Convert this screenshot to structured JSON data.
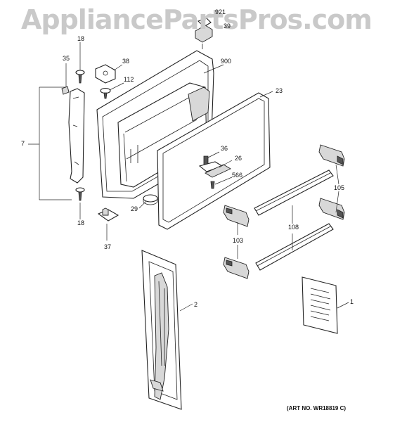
{
  "watermark": "AppliancePartsPros.com",
  "art_number": "(ART NO. WR18819 C)",
  "callouts": [
    {
      "id": "921",
      "text": "921"
    },
    {
      "id": "39",
      "text": "39"
    },
    {
      "id": "18a",
      "text": "18"
    },
    {
      "id": "35",
      "text": "35"
    },
    {
      "id": "38",
      "text": "38"
    },
    {
      "id": "900",
      "text": "900"
    },
    {
      "id": "112",
      "text": "112"
    },
    {
      "id": "23",
      "text": "23"
    },
    {
      "id": "7",
      "text": "7"
    },
    {
      "id": "36",
      "text": "36"
    },
    {
      "id": "26",
      "text": "26"
    },
    {
      "id": "566",
      "text": "566"
    },
    {
      "id": "105",
      "text": "105"
    },
    {
      "id": "29",
      "text": "29"
    },
    {
      "id": "18b",
      "text": "18"
    },
    {
      "id": "37",
      "text": "37"
    },
    {
      "id": "108",
      "text": "108"
    },
    {
      "id": "103",
      "text": "103"
    },
    {
      "id": "2",
      "text": "2"
    },
    {
      "id": "1",
      "text": "1"
    }
  ]
}
